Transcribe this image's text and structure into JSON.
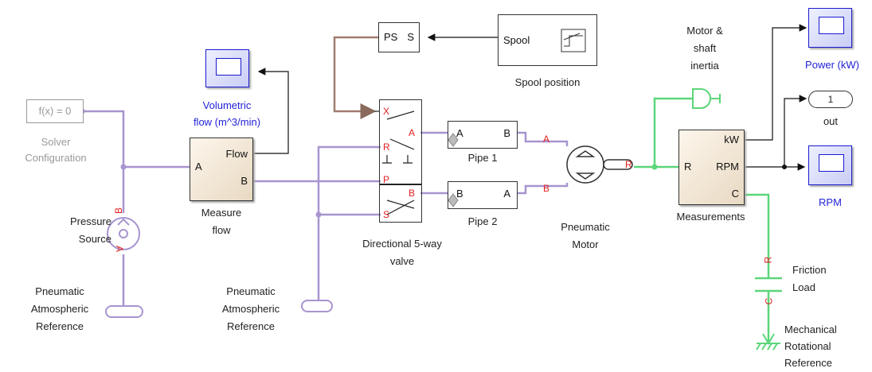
{
  "blocks": {
    "solver": {
      "text": "f(x) = 0",
      "label1": "Solver",
      "label2": "Configuration"
    },
    "measure_flow": {
      "port_a": "A",
      "port_flow": "Flow",
      "port_b": "B",
      "label1": "Measure",
      "label2": "flow"
    },
    "flow_scope": {
      "label1": "Volumetric",
      "label2": "flow (m^3/min)"
    },
    "pressure_source": {
      "label1": "Pressure",
      "label2": "Source"
    },
    "atm_ref_left": {
      "label1": "Pneumatic",
      "label2": "Atmospheric",
      "label3": "Reference"
    },
    "atm_ref_mid": {
      "label1": "Pneumatic",
      "label2": "Atmospheric",
      "label3": "Reference"
    },
    "ps_s": {
      "text_ps": "PS",
      "text_s": "S"
    },
    "spool": {
      "text": "Spool",
      "label": "Spool position"
    },
    "valve": {
      "label1": "Directional 5-way",
      "label2": "valve",
      "port_x": "X",
      "port_a": "A",
      "port_r": "R",
      "port_p": "P",
      "port_b": "B",
      "port_s": "S"
    },
    "pipe1": {
      "port_a": "A",
      "port_b": "B",
      "label": "Pipe 1"
    },
    "pipe2": {
      "port_b": "B",
      "port_a": "A",
      "label": "Pipe 2"
    },
    "motor": {
      "label1": "Pneumatic",
      "label2": "Motor",
      "port_a": "A",
      "port_b": "B",
      "port_r": "R"
    },
    "inertia": {
      "label1": "Motor &",
      "label2": "shaft",
      "label3": "inertia"
    },
    "measurements": {
      "port_r": "R",
      "port_kw": "kW",
      "port_rpm": "RPM",
      "port_c": "C",
      "label": "Measurements"
    },
    "power_scope": {
      "label": "Power (kW)"
    },
    "rpm_scope": {
      "label": "RPM"
    },
    "out": {
      "text": "1",
      "label": "out"
    },
    "friction": {
      "label1": "Friction",
      "label2": "Load",
      "port_r": "R",
      "port_c": "C"
    },
    "mech_ref": {
      "label1": "Mechanical",
      "label2": "Rotational",
      "label3": "Reference"
    },
    "source_ports": {
      "port_b": "B",
      "port_a": "A"
    }
  },
  "colors": {
    "pneumatic": "#a894cf",
    "mechanical": "#5cd67a",
    "signal": "#111111",
    "ps": "#a07c6e",
    "scope": "#1a1ad0"
  }
}
